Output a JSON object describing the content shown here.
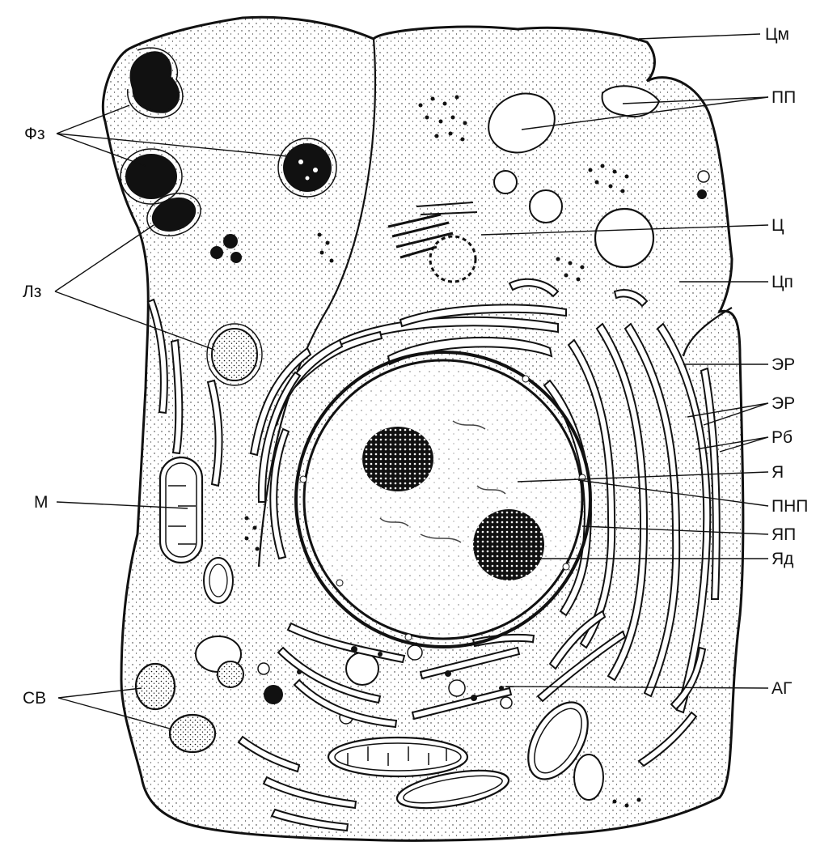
{
  "labels": {
    "cm": "Цм",
    "pp": "ПП",
    "fz": "Фз",
    "c": "Ц",
    "cp": "Цп",
    "lz": "Лз",
    "er1": "ЭР",
    "er2": "ЭР",
    "rb": "Рб",
    "ya": "Я",
    "m": "М",
    "pnp": "ПНП",
    "yap": "ЯП",
    "yad": "Яд",
    "sv": "СВ",
    "ag": "АГ"
  },
  "colors": {
    "ink": "#111111",
    "paper": "#ffffff"
  }
}
